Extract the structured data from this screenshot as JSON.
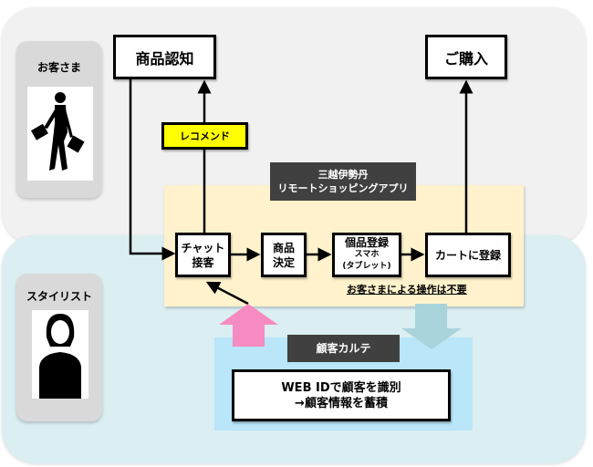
{
  "customer": {
    "label": "お客さま"
  },
  "stylist": {
    "label": "スタイリスト"
  },
  "steps": {
    "awareness": "商品認知",
    "purchase": "ご購入",
    "recommend": "レコメンド"
  },
  "app": {
    "title_line1": "三越伊勢丹",
    "title_line2": "リモートショッピングアプリ",
    "chat_line1": "チャット",
    "chat_line2": "接客",
    "decide_line1": "商品",
    "decide_line2": "決定",
    "register_title": "個品登録",
    "register_sub1": "スマホ",
    "register_sub2": "(タブレット)",
    "cart": "カートに登録",
    "note": "お客さまによる操作は不要"
  },
  "karte": {
    "title": "顧客カルテ",
    "line1": "WEB IDで顧客を識別",
    "line2": "→顧客情報を蓄積"
  },
  "colors": {
    "yellow_panel": "#fff2cc",
    "blue_panel": "#b9e6f8",
    "pink_arrow": "#f58bc0",
    "teal_arrow": "#a9d3da",
    "recommend": "#ffff00"
  }
}
